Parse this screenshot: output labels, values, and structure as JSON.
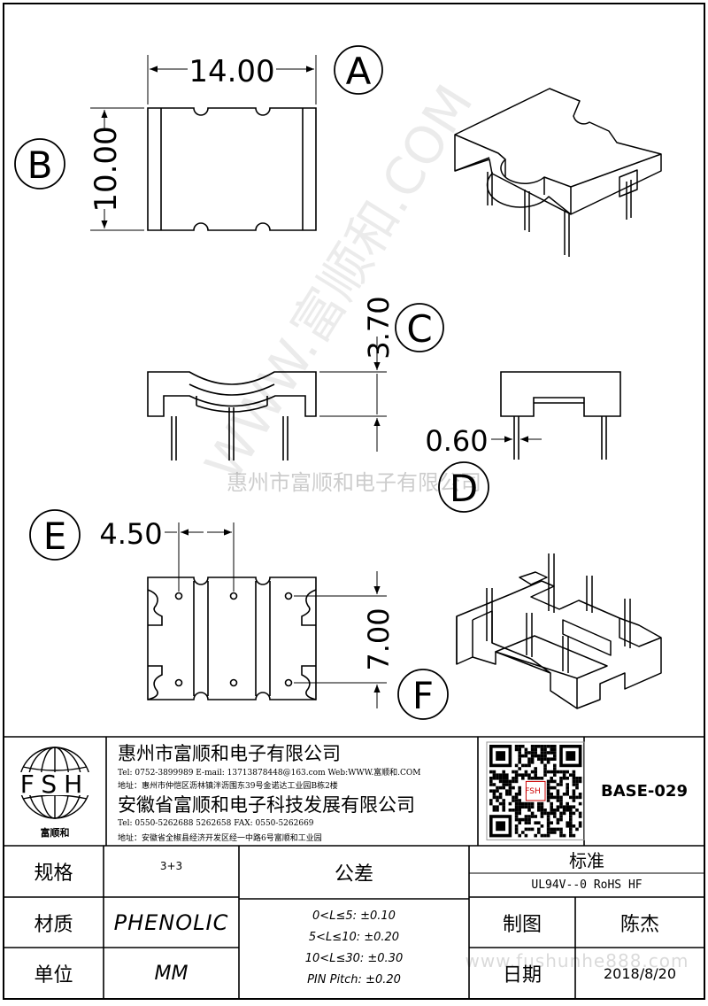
{
  "dimensions": {
    "a_width": "14.00",
    "b_height": "10.00",
    "c_height": "3.70",
    "d_pin": "0.60",
    "e_pitch": "4.50",
    "f_span": "7.00"
  },
  "view_labels": {
    "a": "A",
    "b": "B",
    "c": "C",
    "d": "D",
    "e": "E",
    "f": "F"
  },
  "watermark": {
    "diagonal": "WWW.富顺和.COM",
    "center": "惠州市富顺和电子有限公司",
    "footer": "www.fushunhe888.com"
  },
  "logo": {
    "letters": "FSH",
    "caption": "富顺和"
  },
  "company": {
    "name1": "惠州市富顺和电子有限公司",
    "tel1": "Tel:   0752-3899989   E-mail: 13713878448@163.com   Web:WWW.富顺和.COM",
    "addr1": "地址：惠州市仲恺区沥林镇泮沥围东39号金诺达工业园B栋2楼",
    "name2": "安徽省富顺和电子科技发展有限公司",
    "tel2": "Tel:   0550-5262688   5262658      FAX:  0550-5262669",
    "addr2": "地址：安徽省全椒县经济开发区经一中路6号富顺和工业园"
  },
  "qr_label": "FSH",
  "part_number": "BASE-029",
  "table": {
    "spec_label": "规格",
    "spec_value": "3+3",
    "material_label": "材质",
    "material_value": "PHENOLIC",
    "unit_label": "单位",
    "unit_value": "MM",
    "tolerance_label": "公差",
    "tolerances": [
      "0<L≤5: ±0.10",
      "5<L≤10: ±0.20",
      "10<L≤30: ±0.30",
      "PIN Pitch: ±0.20"
    ],
    "standard_label": "标准",
    "standard_value": "UL94V--0  RoHS HF",
    "drawn_label": "制图",
    "drawn_value": "陈杰",
    "date_label": "日期",
    "date_value": "2018/8/20"
  }
}
